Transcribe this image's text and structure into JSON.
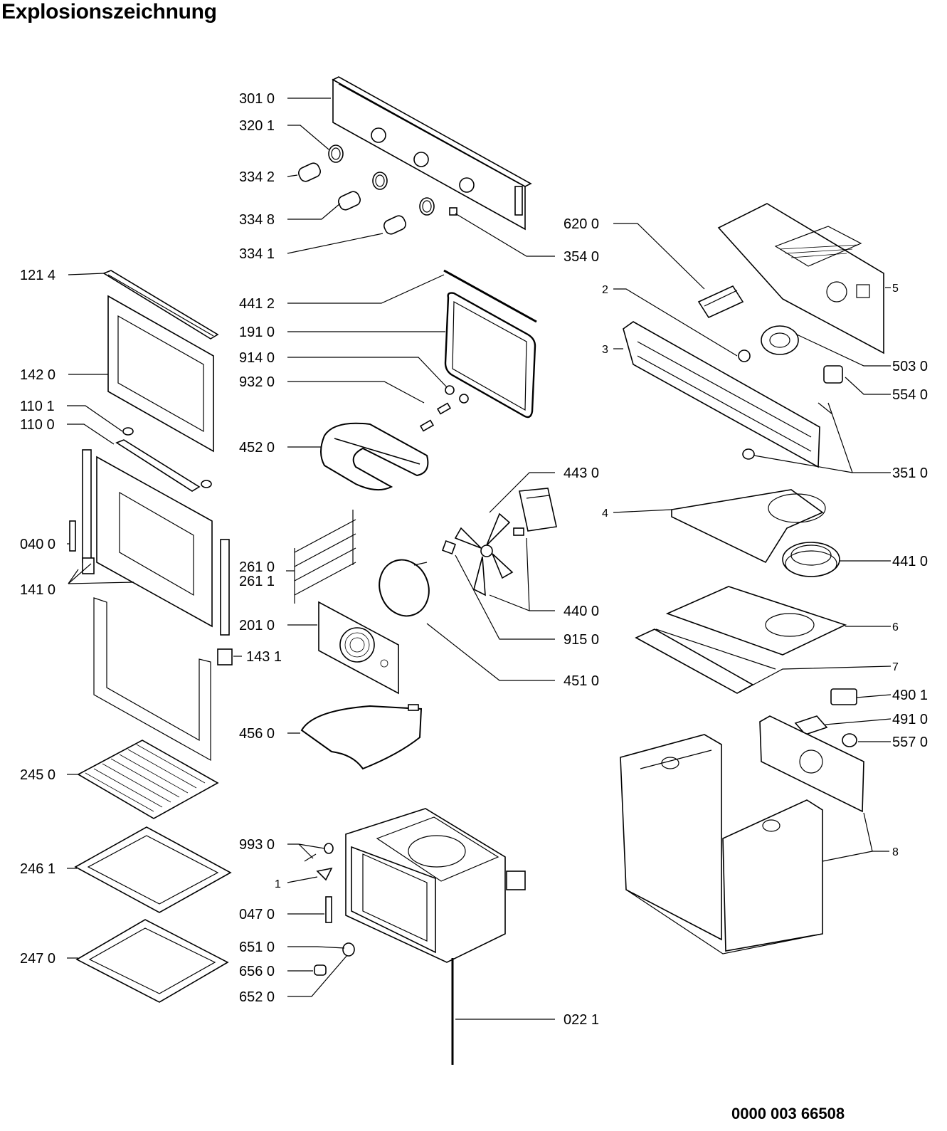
{
  "title": "Explosionszeichnung",
  "document_number": "0000 003 66508",
  "callouts": {
    "c3010": "301 0",
    "c3201": "320 1",
    "c3342": "334 2",
    "c3348": "334 8",
    "c3341": "334 1",
    "c3540": "354 0",
    "c6200": "620 0",
    "c1214": "121 4",
    "c4412": "441 2",
    "c1910": "191 0",
    "c9140": "914 0",
    "c9320": "932 0",
    "c4520": "452 0",
    "c1420": "142 0",
    "c1101": "110 1",
    "c1100": "110 0",
    "c0400": "040 0",
    "c1410": "141 0",
    "c2610": "261 0",
    "c2611": "261 1",
    "c2010": "201 0",
    "c1431": "143 1",
    "c4430": "443 0",
    "c4400": "440 0",
    "c9150": "915 0",
    "c4510": "451 0",
    "c4560": "456 0",
    "c2450": "245 0",
    "c2461": "246 1",
    "c2470": "247 0",
    "c9930": "993 0",
    "c1": "1",
    "c0470": "047 0",
    "c6510": "651 0",
    "c6560": "656 0",
    "c6520": "652 0",
    "c0221": "022 1",
    "c2": "2",
    "c3": "3",
    "c4": "4",
    "c5": "5",
    "c6": "6",
    "c7": "7",
    "c8": "8",
    "c5030": "503 0",
    "c5540": "554 0",
    "c3510": "351 0",
    "c4410": "441 0",
    "c4901": "490 1",
    "c4910": "491 0",
    "c5570": "557 0"
  }
}
